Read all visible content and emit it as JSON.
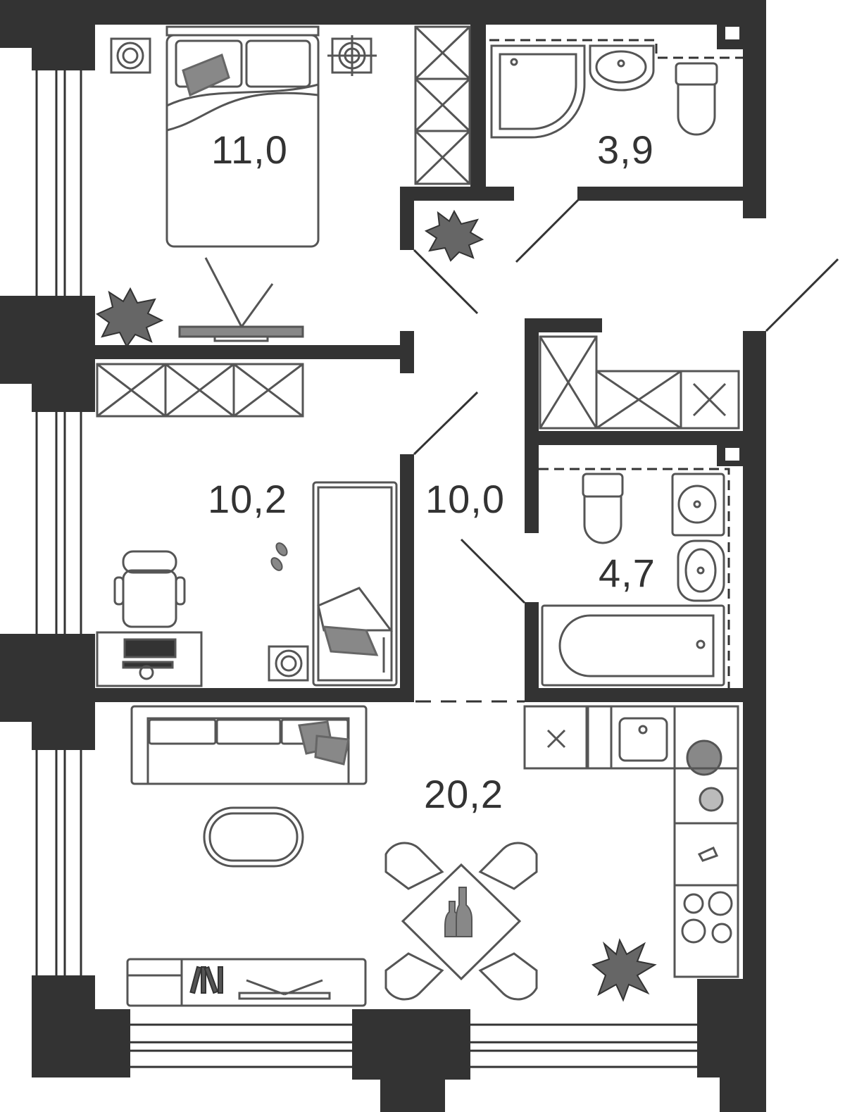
{
  "colors": {
    "wall": "#333333",
    "line": "#555555",
    "textile": "#888888",
    "plant": "#666666",
    "background": "#ffffff"
  },
  "rooms": {
    "bedroom_area": "11,0",
    "bathroom_top_area": "3,9",
    "study_area": "10,2",
    "hall_area": "10,0",
    "bathroom_bottom_area": "4,7",
    "living_area": "20,2"
  },
  "icons": [
    "bed-icon",
    "wardrobe-icon",
    "shower-icon",
    "sink-icon",
    "toilet-icon",
    "plant-icon",
    "tv-icon",
    "desk-icon",
    "chair-icon",
    "sofa-icon",
    "table-icon",
    "bathtub-icon",
    "stove-icon",
    "lamp-icon",
    "books-icon",
    "vase-icon",
    "slippers-icon"
  ]
}
